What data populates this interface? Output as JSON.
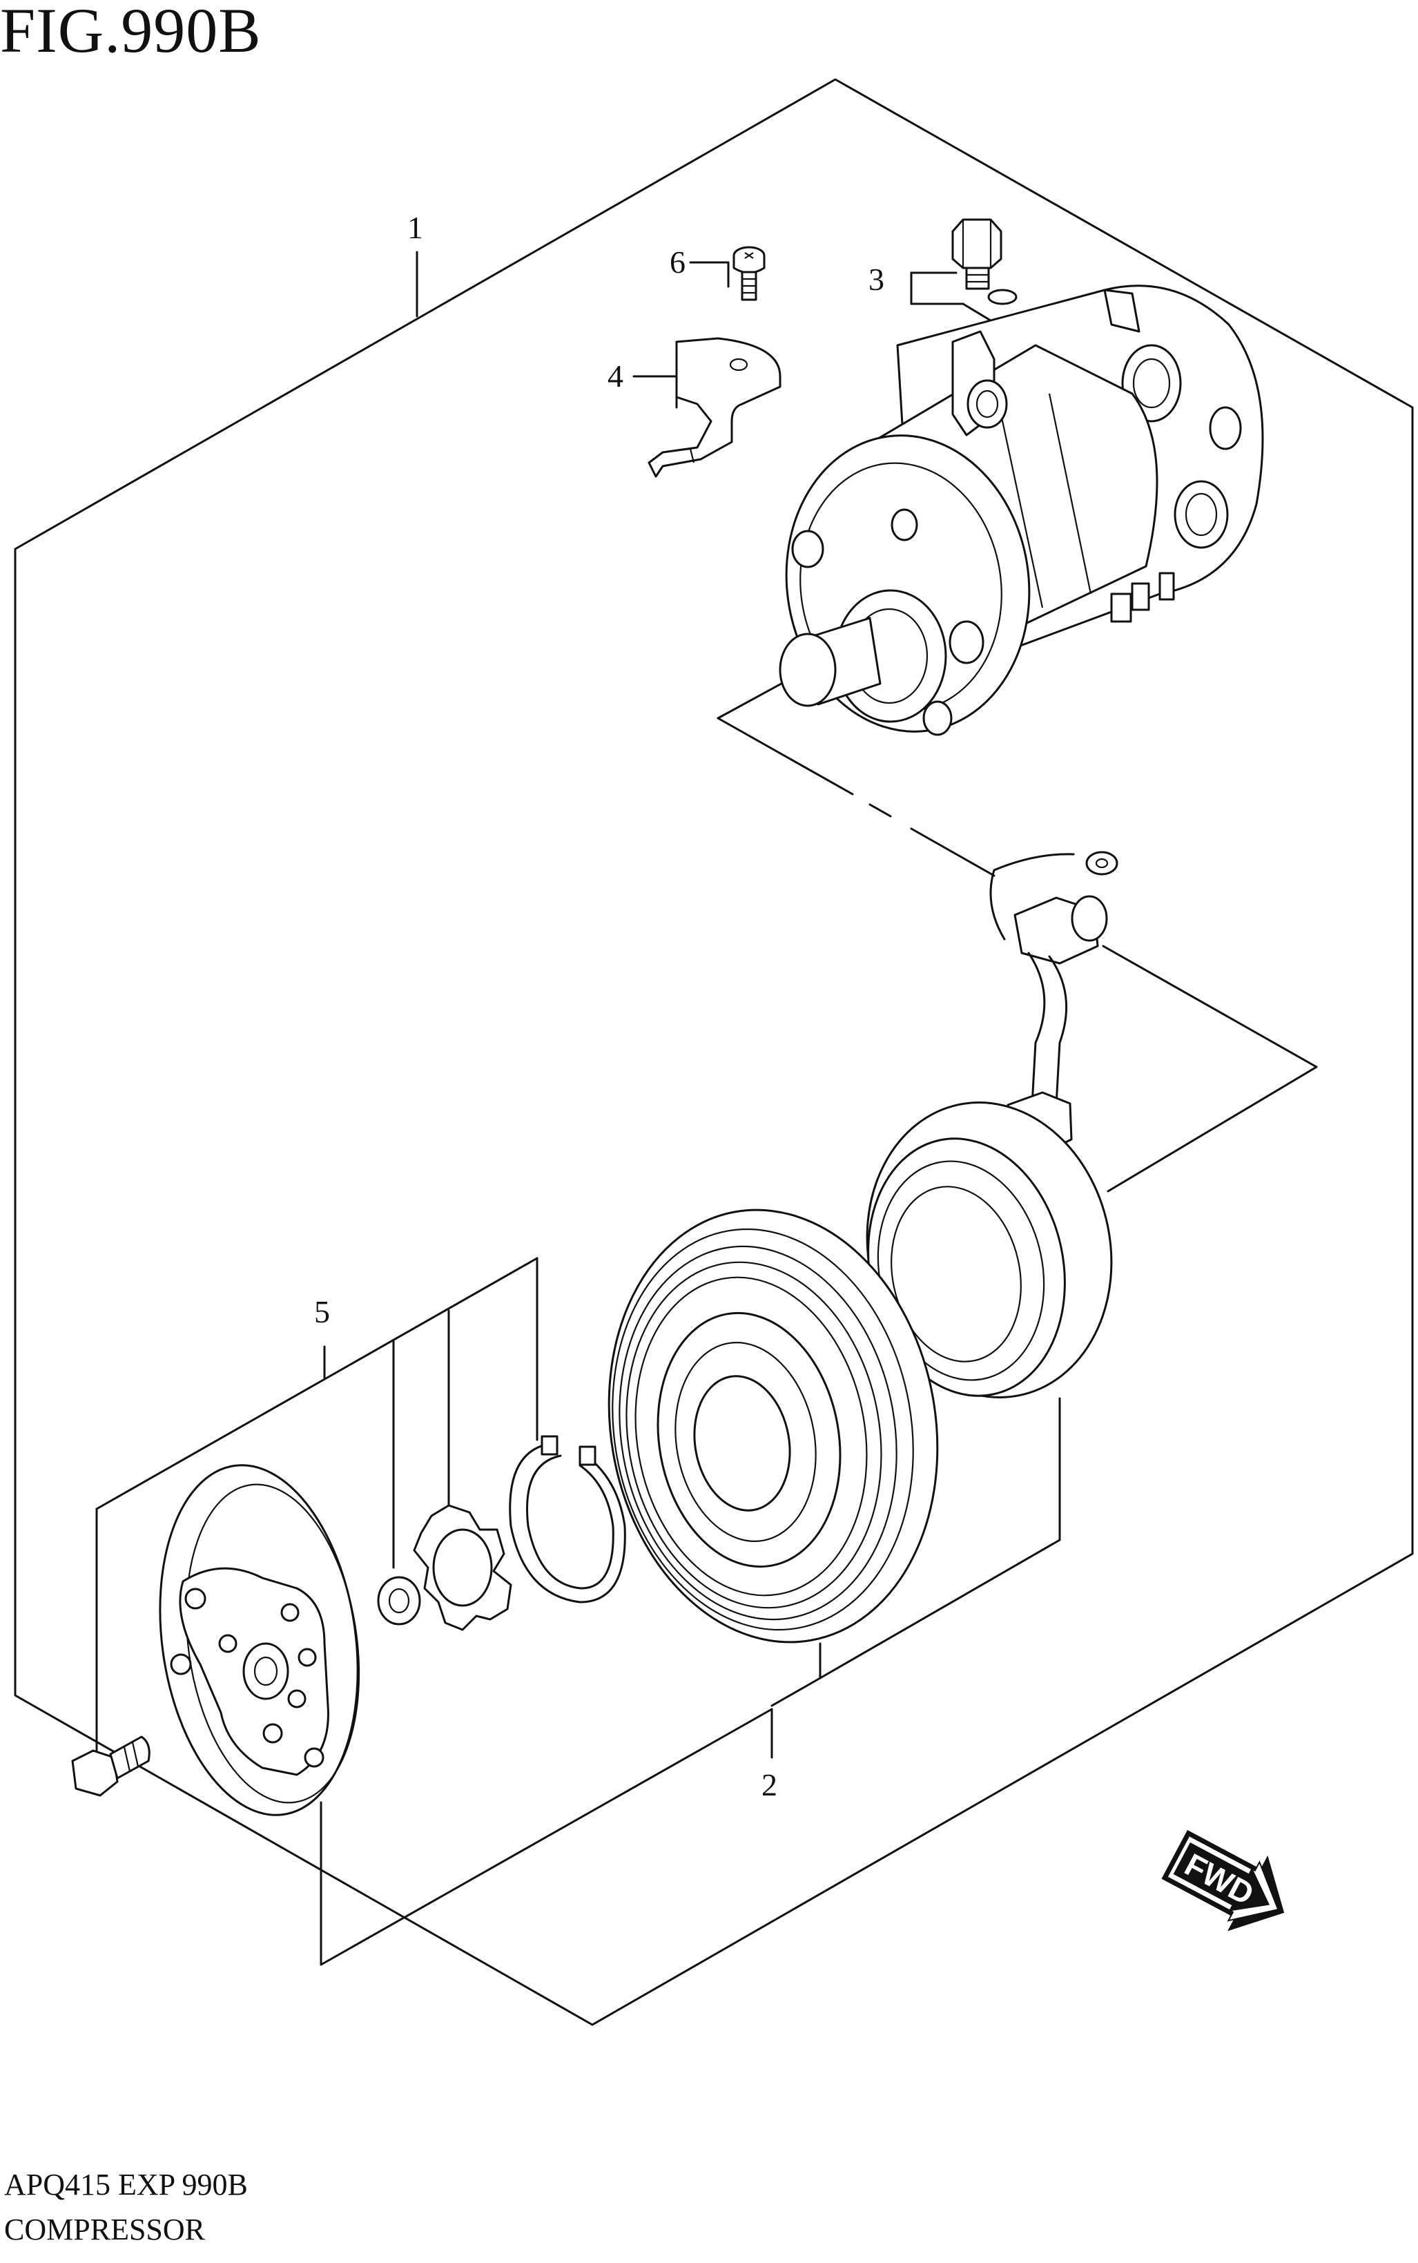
{
  "figure": {
    "title": "FIG.990B",
    "footer_code": "APQ415 EXP 990B",
    "footer_name": "COMPRESSOR"
  },
  "callouts": [
    {
      "id": "1",
      "label": "1"
    },
    {
      "id": "2",
      "label": "2"
    },
    {
      "id": "3",
      "label": "3"
    },
    {
      "id": "4",
      "label": "4"
    },
    {
      "id": "5",
      "label": "5"
    },
    {
      "id": "6",
      "label": "6"
    }
  ],
  "direction_marker": {
    "label": "FWD"
  },
  "colors": {
    "line": "#111111",
    "background": "#ffffff"
  }
}
